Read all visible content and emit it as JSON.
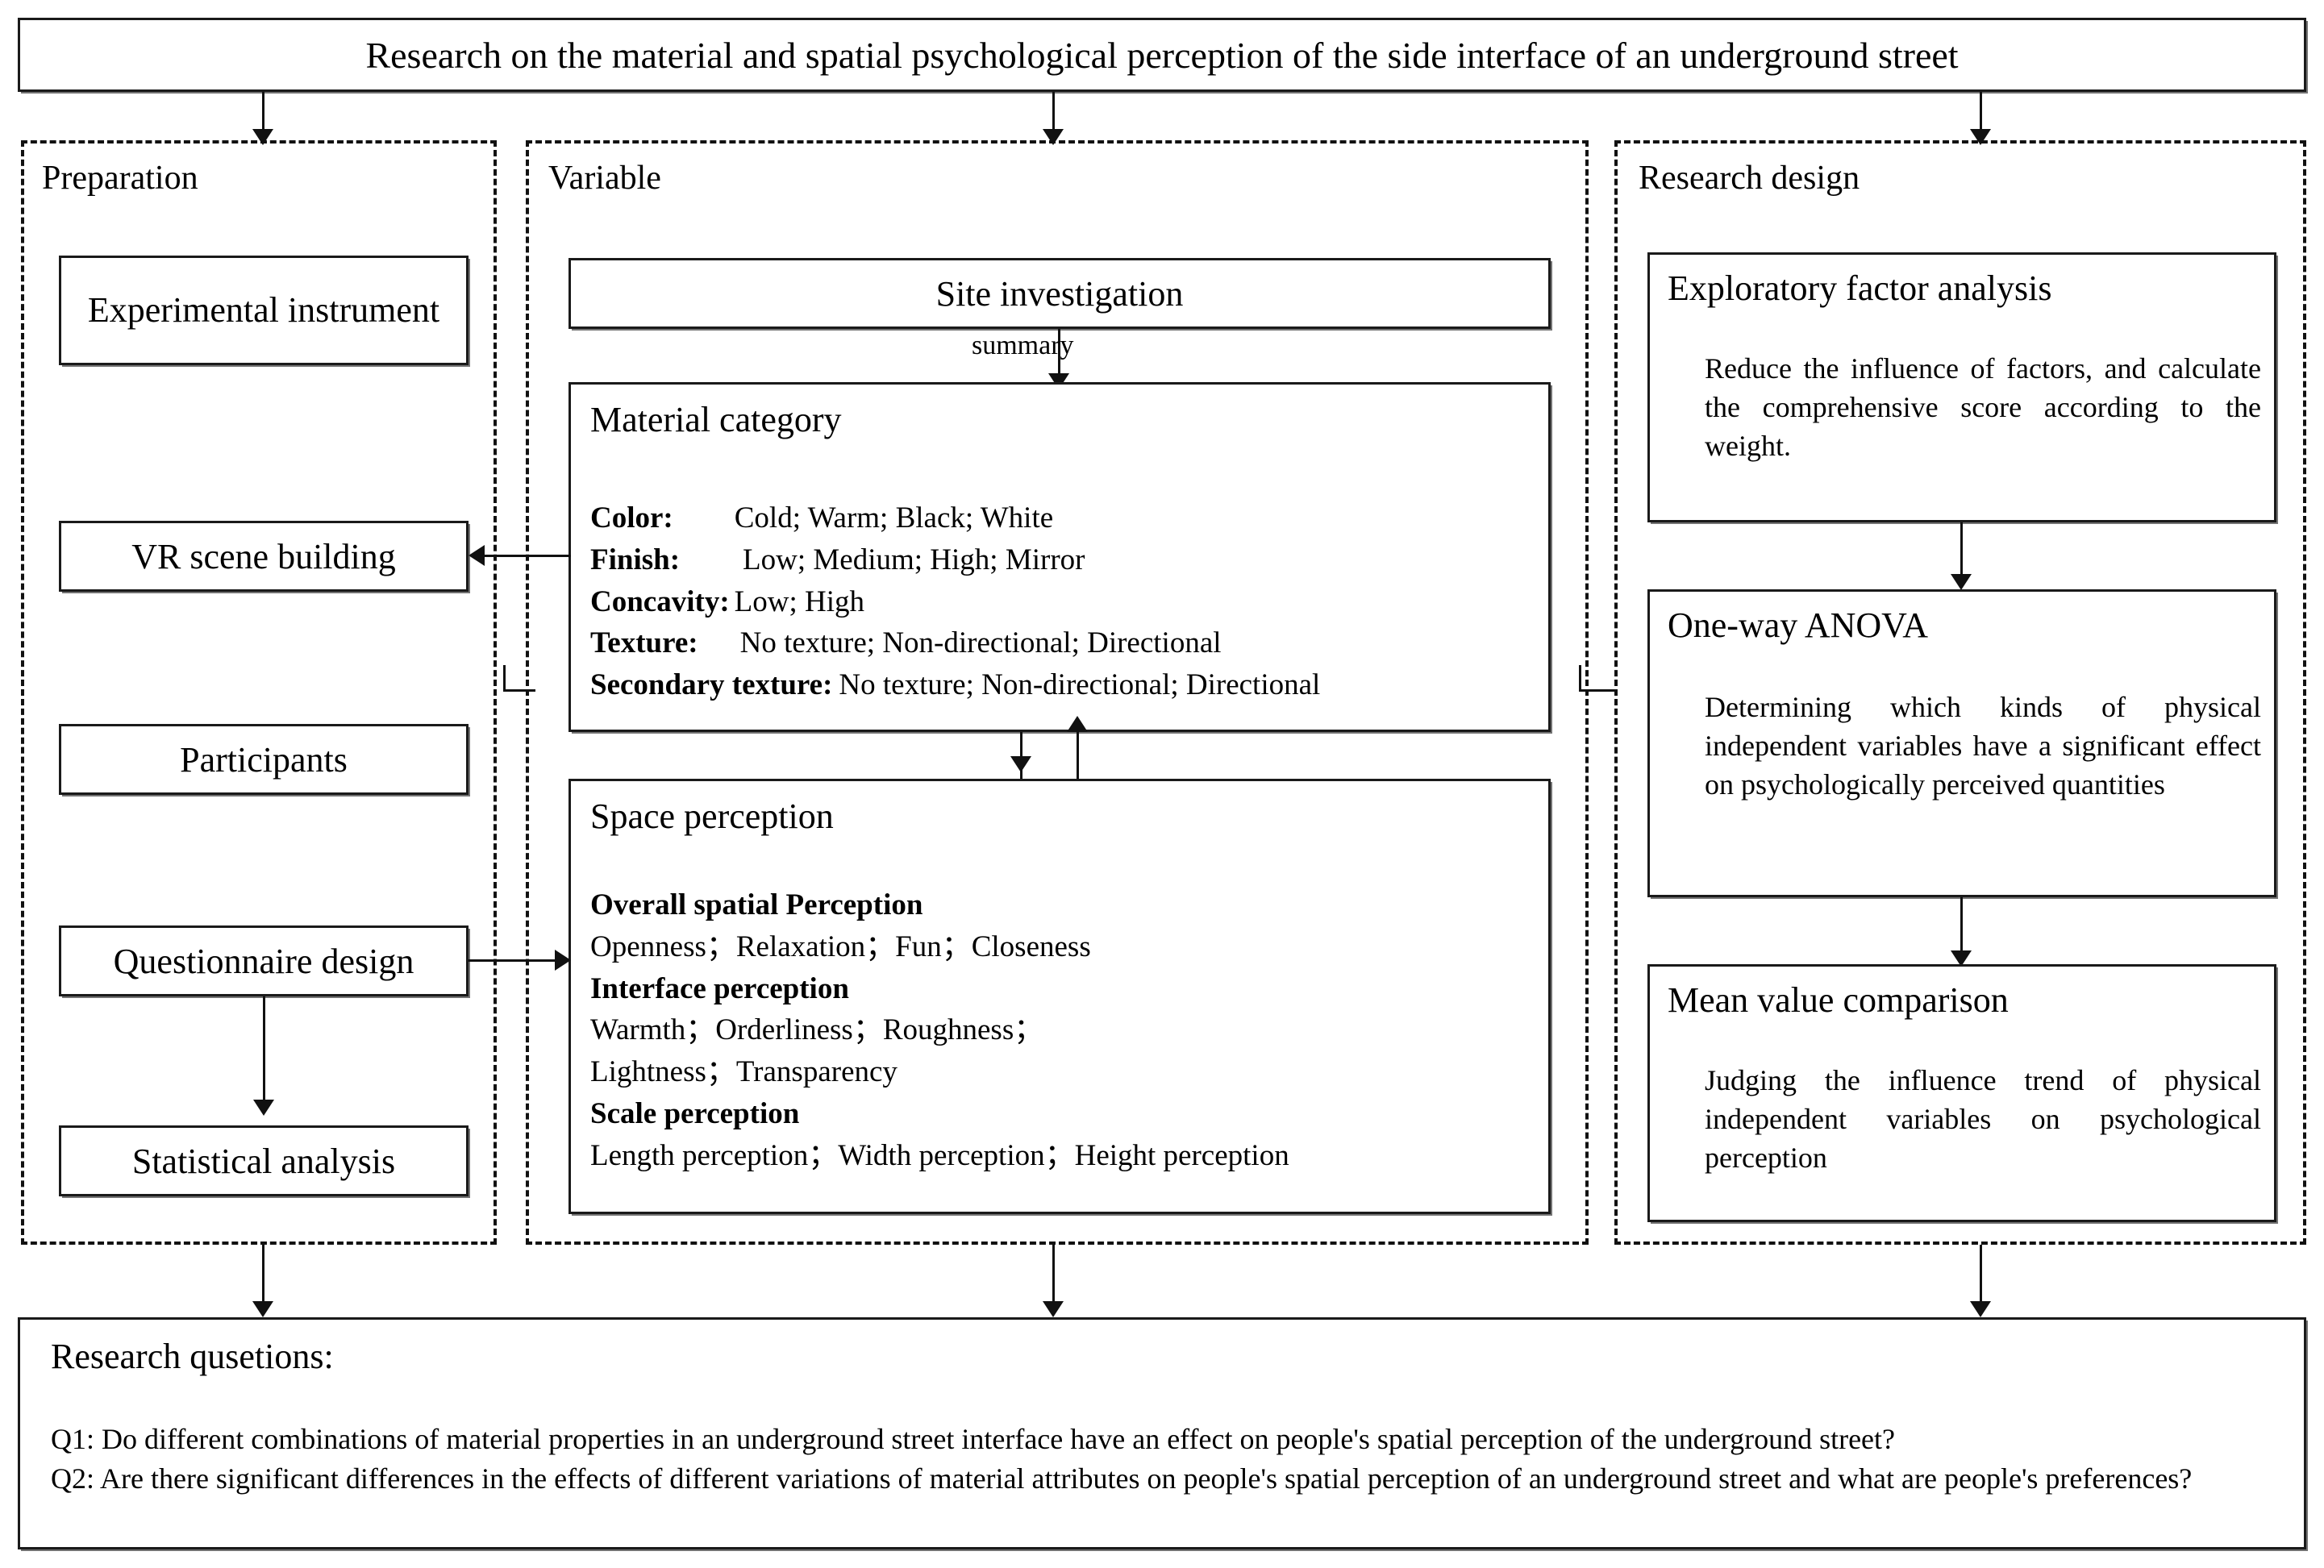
{
  "title": {
    "text": "Research on the material and spatial psychological perception of the side interface of an underground street"
  },
  "panels": {
    "preparation": {
      "label": "Preparation",
      "boxes": [
        {
          "label": "Experimental instrument"
        },
        {
          "label": "VR scene building"
        },
        {
          "label": "Participants"
        },
        {
          "label": "Questionnaire design"
        },
        {
          "label": "Statistical analysis"
        }
      ]
    },
    "variable": {
      "label": "Variable",
      "site_investigation": {
        "label": "Site investigation"
      },
      "summary_label": "summary",
      "material_category": {
        "heading": "Material category",
        "rows": [
          {
            "key": "Color:",
            "value": "Cold; Warm;  Black;  White"
          },
          {
            "key": "Finish:",
            "value": "Low;  Medium;  High; Mirror"
          },
          {
            "key": "Concavity:",
            "value": "Low; High"
          },
          {
            "key": "Texture:",
            "value": "No texture; Non-directional; Directional"
          },
          {
            "key": "Secondary texture:",
            "value": "No texture; Non-directional; Directional"
          }
        ]
      },
      "space_perception": {
        "heading": "Space perception",
        "groups": [
          {
            "name": "Overall spatial Perception",
            "items": "Openness；Relaxation；Fun；Closeness"
          },
          {
            "name": "Interface perception",
            "items": "Warmth；Orderliness；Roughness；Lightness；Transparency"
          },
          {
            "name": "Scale perception",
            "items": "Length perception；Width perception；Height perception"
          }
        ]
      }
    },
    "research_design": {
      "label": "Research design",
      "boxes": [
        {
          "heading": "Exploratory factor analysis",
          "body": "Reduce the influence of factors, and calculate the comprehensive score according to the weight."
        },
        {
          "heading": "One-way ANOVA",
          "body": "Determining which kinds of physical independent variables have a significant effect on psychologically perceived quantities"
        },
        {
          "heading": "Mean value comparison",
          "body": "Judging the influence trend of physical independent variables on psychological perception"
        }
      ]
    }
  },
  "questions": {
    "heading": "Research qusetions:",
    "items": [
      "Q1: Do different combinations of material properties in an underground street interface have an effect on people's spatial perception of the underground street?",
      "Q2: Are there significant differences in the effects of different variations of material attributes on people's spatial perception of an underground street and what are people's preferences?"
    ]
  }
}
